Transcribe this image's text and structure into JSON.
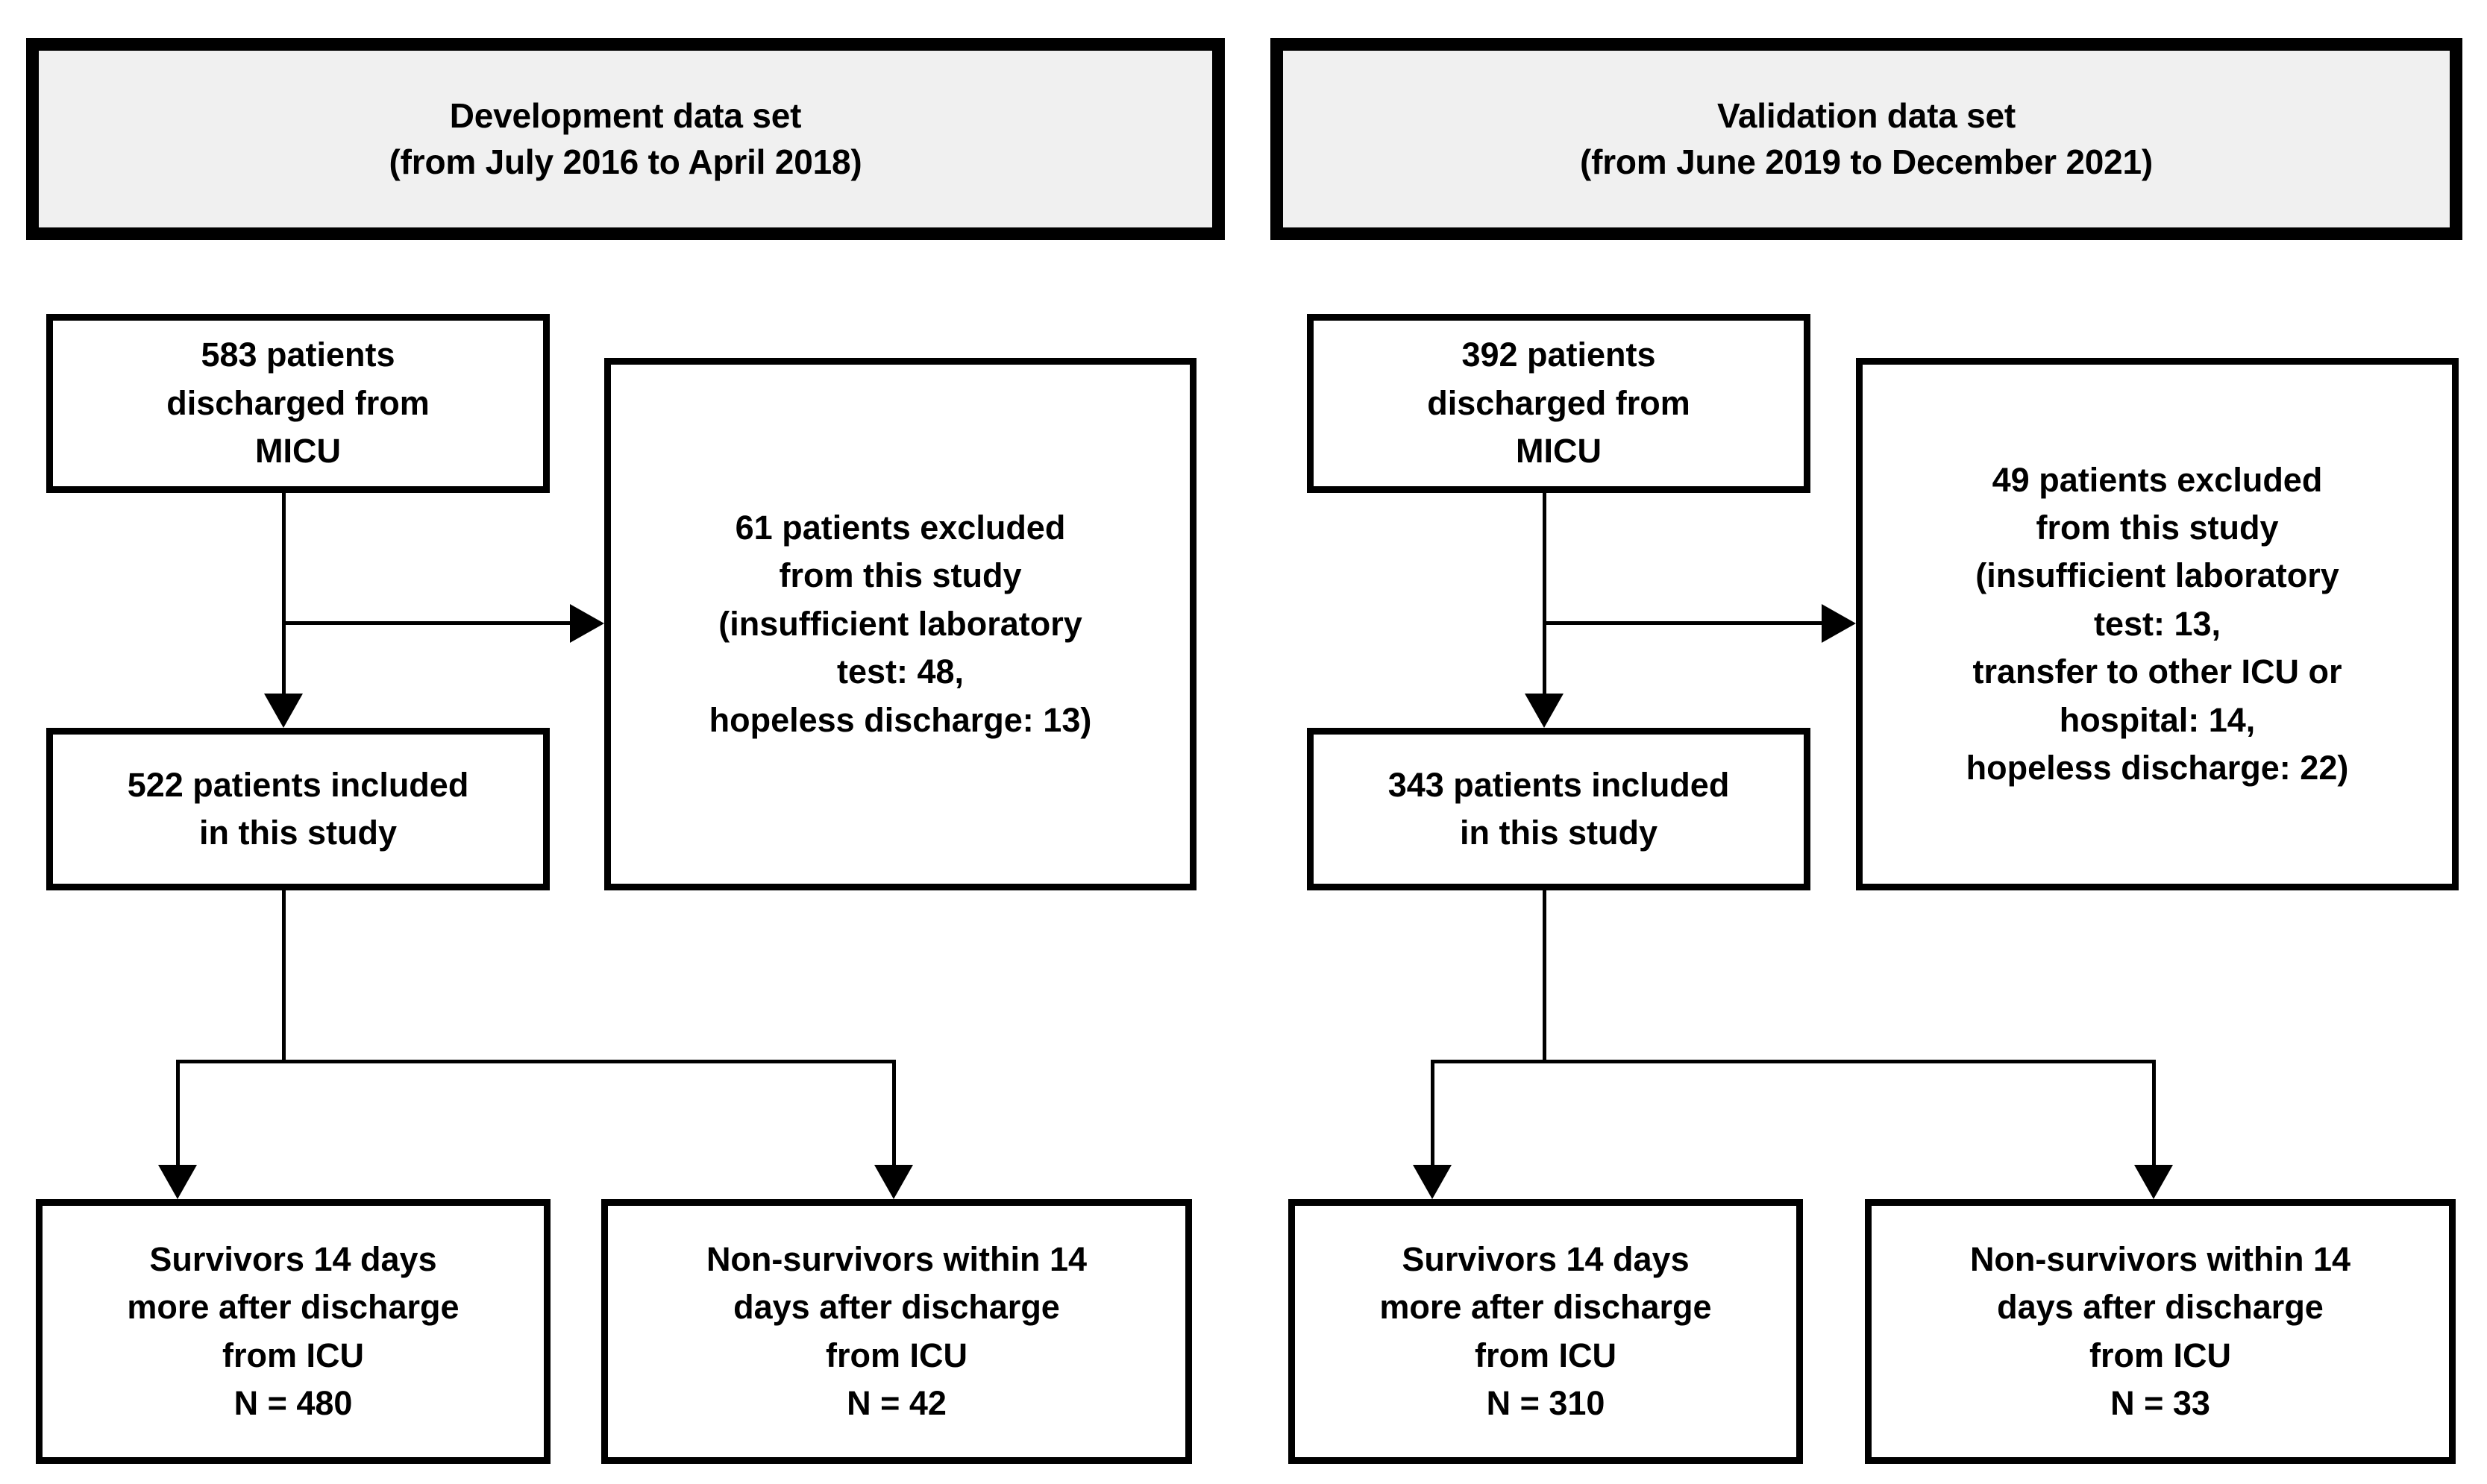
{
  "figure": {
    "type": "flowchart",
    "title": "Patient selection flow diagram",
    "colors": {
      "header_fill": "#f0f0f0",
      "border": "#000000",
      "node_fill": "#ffffff",
      "text": "#000000"
    }
  },
  "columns": [
    {
      "id": "development",
      "header": {
        "line1": "Development data set",
        "line2": "(from July 2016 to April 2018)"
      },
      "source_box": {
        "line1": "583 patients",
        "line2": "discharged from",
        "line3": "MICU"
      },
      "excluded_box": {
        "line1": "61 patients excluded",
        "line2": "from this study",
        "line3": "(insufficient laboratory",
        "line4": "test: 48,",
        "line5": "hopeless discharge: 13)"
      },
      "included_box": {
        "line1": "522 patients included",
        "line2": "in this study"
      },
      "outcome_left": {
        "line1": "Survivors 14 days",
        "line2": "more after discharge",
        "line3": "from ICU",
        "line4": "N = 480"
      },
      "outcome_right": {
        "line1": "Non-survivors within 14",
        "line2": "days after discharge",
        "line3": "from ICU",
        "line4": "N = 42"
      }
    },
    {
      "id": "validation",
      "header": {
        "line1": "Validation data set",
        "line2": "(from June 2019 to December 2021)"
      },
      "source_box": {
        "line1": "392 patients",
        "line2": "discharged from",
        "line3": "MICU"
      },
      "excluded_box": {
        "line1": "49 patients excluded",
        "line2": "from this study",
        "line3": "(insufficient laboratory",
        "line4": "test: 13,",
        "line5": "transfer to other ICU or",
        "line6": "hospital: 14,",
        "line7": "hopeless discharge: 22)"
      },
      "included_box": {
        "line1": "343 patients included",
        "line2": "in this study"
      },
      "outcome_left": {
        "line1": "Survivors 14 days",
        "line2": "more after discharge",
        "line3": "from ICU",
        "line4": "N = 310"
      },
      "outcome_right": {
        "line1": "Non-survivors within 14",
        "line2": "days after discharge",
        "line3": "from ICU",
        "line4": "N = 33"
      }
    }
  ]
}
